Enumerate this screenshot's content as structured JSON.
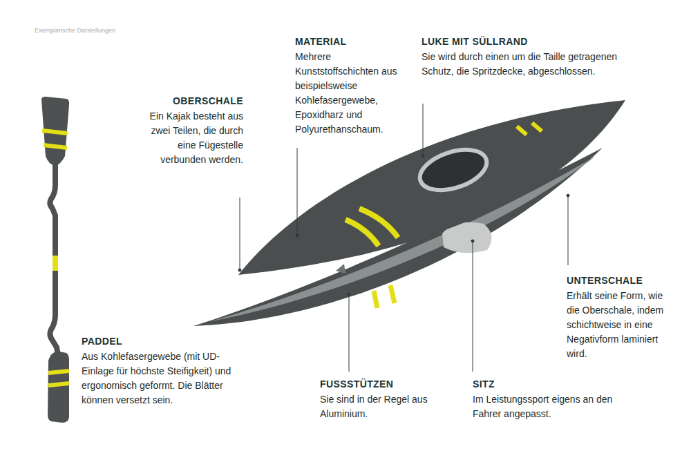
{
  "diagram": {
    "labels": [
      "Exemplarische Darstellungen",
      "MATERIAL",
      "Mehrere Kunststoffschichten aus beispielsweise Kohlefasergewebe, Epoxidharz und Polyurethanschaum.",
      "LUKE MIT SÜLLRAND",
      "Sie wird durch einen um die Taille getragenen Schutz, die Spritzdecke, abgeschlossen.",
      "OBERSCHALE",
      "Ein Kajak besteht aus zwei Teilen, die durch eine Fügestelle verbunden werden.",
      "UNTERSCHALE",
      "Erhält seine Form, wie die Oberschale, indem schichtweise in eine Negativform laminiert wird.",
      "PADDEL",
      "Aus Kohlefasergewebe (mit UD-Einlage für höchste Steifigkeit) und ergonomisch geformt. Die Blätter können versetzt sein.",
      "FUSSSTÜTZEN",
      "Sie sind in der Regel aus Aluminium.",
      "SITZ",
      "Im Leistungssport eigens an den Fahrer angepasst."
    ]
  }
}
